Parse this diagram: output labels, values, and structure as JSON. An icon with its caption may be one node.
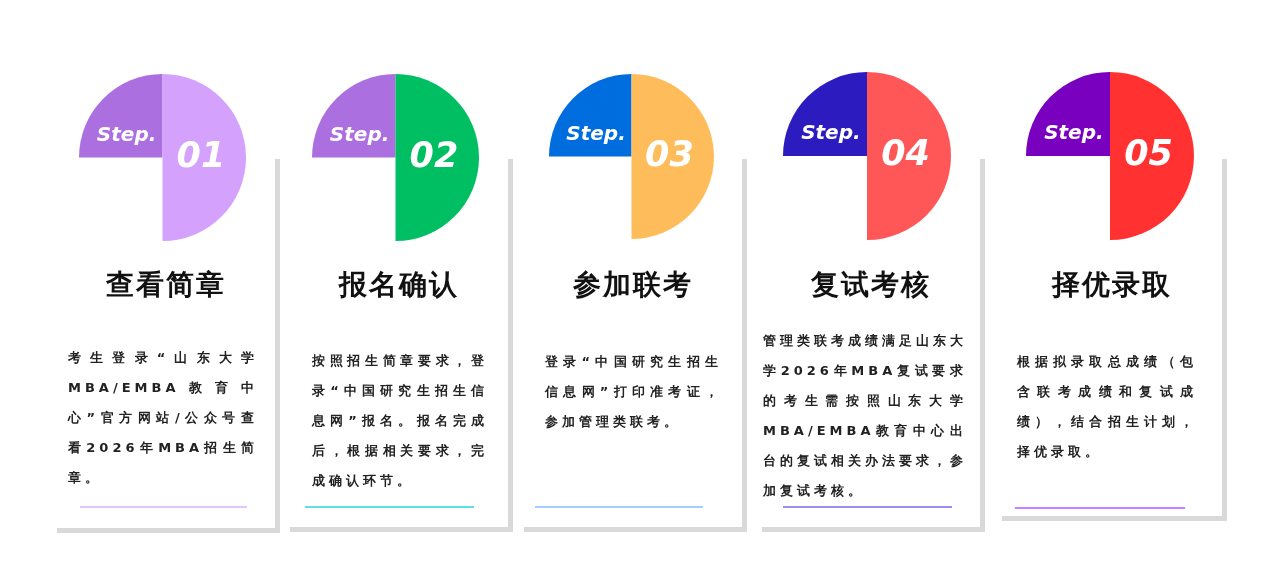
{
  "diagram": {
    "nodes": [
      {
        "text": [
          "Step.",
          "01"
        ]
      },
      {
        "text": [
          "查看简章",
          "考生登录“山东大学MBA/EMBA教育中心”官方网站/公众号查看2026年MBA招生简章。"
        ]
      },
      {
        "text": [
          "Step.",
          "02"
        ]
      },
      {
        "text": [
          "报名确认",
          "按照招生简章要求，登录“中国研究生招生信息网”报名。报名完成后，根据相关要求，完成确认环节。"
        ]
      },
      {
        "text": [
          "Step.",
          "03"
        ]
      },
      {
        "text": [
          "参加联考",
          "登录“中国研究生招生信息网”打印准考证，参加管理类联考。"
        ]
      },
      {
        "text": [
          "Step.",
          "04"
        ]
      },
      {
        "text": [
          "复试考核",
          "管理类联考成绩满足山东大学2026年MBA复试要求的考生需按照山东大学MBA/EMBA教育中心出台的复试相关办法要求，参加复试考核。"
        ]
      },
      {
        "text": [
          "Step.",
          "05"
        ]
      },
      {
        "text": [
          "择优录取",
          "根据拟录取总成绩（包含联考成绩和复试成绩），结合招生计划，择优录取。"
        ]
      }
    ]
  }
}
